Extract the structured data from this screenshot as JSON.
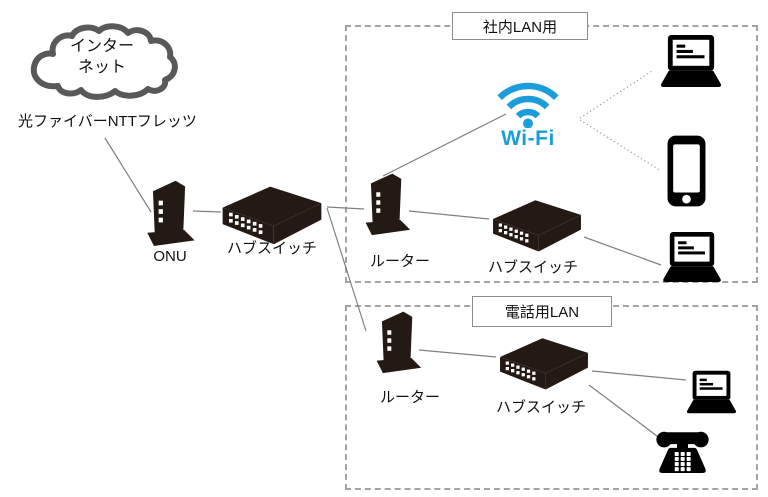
{
  "colors": {
    "wifi_blue": "#1b9cdb",
    "device_dark": "#241a15",
    "icon_black": "#000000",
    "line_gray": "#7f7f7f",
    "cloud_gray": "#595959",
    "dashed_box_gray": "#a3a3a3"
  },
  "wan": {
    "cloud_line1": "インター",
    "cloud_line2": "ネット",
    "fiber_label": "光ファイバーNTTフレッツ",
    "onu_label": "ONU",
    "hub_label": "ハブスイッチ"
  },
  "office_lan": {
    "title": "社内LAN用",
    "router_label": "ルーター",
    "hub_label": "ハブスイッチ",
    "wifi_label": "Wi-Fi",
    "device_icons": [
      "laptop-icon",
      "smartphone-icon",
      "laptop-icon"
    ]
  },
  "phone_lan": {
    "title": "電話用LAN",
    "router_label": "ルーター",
    "hub_label": "ハブスイッチ",
    "device_icons": [
      "laptop-icon",
      "desk-phone-icon"
    ]
  }
}
